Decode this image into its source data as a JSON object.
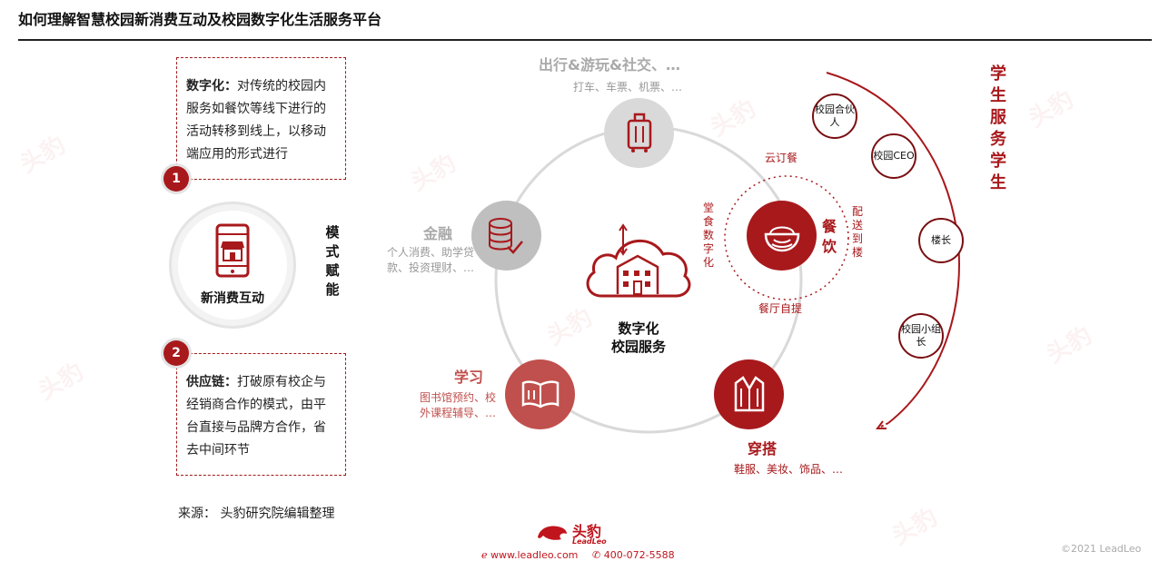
{
  "title": "如何理解智慧校园新消费互动及校园数字化生活服务平台",
  "box1": {
    "number": "1",
    "label": "数字化：",
    "text": "对传统的校园内服务如餐饮等线下进行的活动转移到线上，以移动端应用的形式进行"
  },
  "box2": {
    "number": "2",
    "label": "供应链：",
    "text": "打破原有校企与经销商合作的模式，由平台直接与品牌方合作，省去中间环节"
  },
  "left_circle_label": "新消费互动",
  "mode_label": "模式赋能",
  "center_label": [
    "数字化",
    "校园服务"
  ],
  "travel": {
    "title": "出行&游玩&社交、…",
    "sub": "打车、车票、机票、…"
  },
  "finance": {
    "title": "金融",
    "sub": [
      "个人消费、助学贷",
      "款、投资理财、…"
    ]
  },
  "study": {
    "title": "学习",
    "sub": [
      "图书馆预约、校",
      "外课程辅导、…"
    ]
  },
  "wear": {
    "title": "穿搭",
    "sub": "鞋服、美妆、饰品、…"
  },
  "dining": {
    "title": "餐饮",
    "top": "云订餐",
    "left": "堂食数字化",
    "right": "配送到楼",
    "bottom": "餐厅自提"
  },
  "roles": [
    "校园合伙人",
    "校园CEO",
    "楼长",
    "校园小组长"
  ],
  "student_service": "学生服务学生",
  "source": "来源：  头豹研究院编辑整理",
  "footer": {
    "brand": "头豹",
    "brand_en": "LeadLeo",
    "website": "www.leadleo.com",
    "phone": "400-072-5588",
    "copyright": "©2021 LeadLeo"
  },
  "colors": {
    "dark_red": "#a8191c",
    "mid_red": "#c0504d",
    "grey": "#bfbfbf"
  }
}
